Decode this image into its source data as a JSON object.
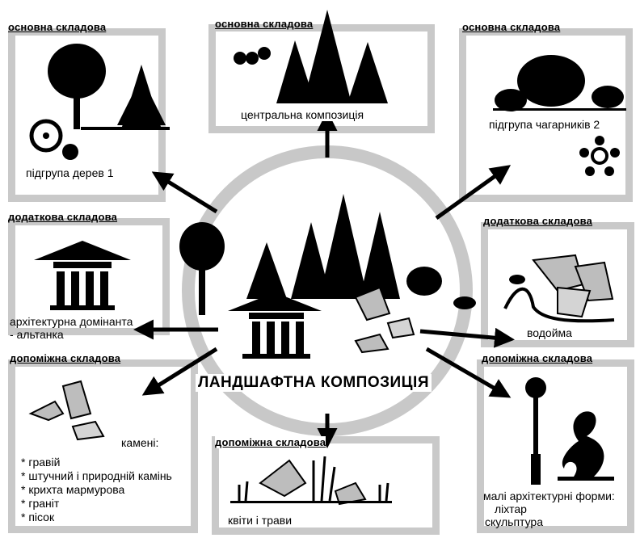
{
  "panels": {
    "top_left": {
      "title": "основна складова",
      "label": "підгрупа дерев 1"
    },
    "top_center": {
      "title": "основна складова",
      "label": "центральна композиція"
    },
    "top_right": {
      "title": "основна складова",
      "label": "підгрупа чагарників 2"
    },
    "mid_left": {
      "title": "додаткова складова",
      "label_line1": "архітектурна домінанта",
      "label_line2": "- альтанка"
    },
    "mid_right": {
      "title": "додаткова складова",
      "label": "водойма"
    },
    "bottom_left": {
      "title": "допоміжна складова",
      "label": "камені:",
      "items": [
        "* гравій",
        "* штучний і природній камінь",
        "* крихта мармурова",
        "* граніт",
        "* пісок"
      ]
    },
    "bottom_center": {
      "title": "допоміжна складова",
      "label": "квіти і трави"
    },
    "bottom_right": {
      "title": "допоміжна складова",
      "label_line1": "малі архітектурні форми:",
      "label_line2": "ліхтар",
      "label_line3": "скульптура"
    }
  },
  "center": {
    "title": "ЛАНДШАФТНА КОМПОЗИЦІЯ"
  },
  "colors": {
    "panel_border": "#c9c9c9",
    "ring": "#c8c8c8",
    "ink": "#000000",
    "stone": "#bdbdbd"
  }
}
